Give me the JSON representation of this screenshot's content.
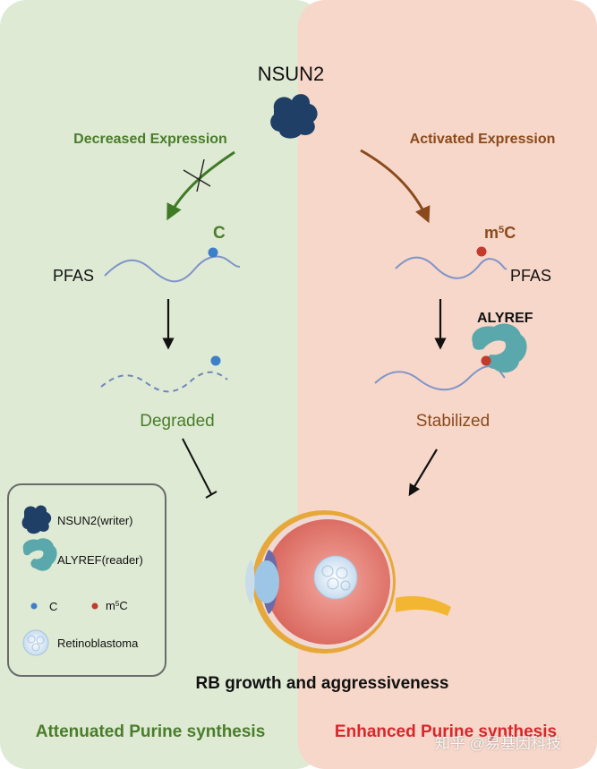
{
  "colors": {
    "left_panel": "#deead4",
    "right_panel": "#f7d7c9",
    "green_text": "#4a7d2b",
    "brown_text": "#8a4a1d",
    "enhanced_red": "#d9262b",
    "c_blue": "#3b80c9",
    "m5c_red": "#c23b2d",
    "nsun2_navy": "#1f3f66",
    "alyref_teal": "#5aa8ab"
  },
  "center": {
    "enzyme": "NSUN2"
  },
  "left": {
    "arrow_label": "Decreased Expression",
    "modification": "C",
    "transcript": "PFAS",
    "state": "Degraded",
    "footer": "Attenuated Purine synthesis"
  },
  "right": {
    "arrow_label": "Activated Expression",
    "modification_prefix": "m",
    "modification_sup": "5",
    "modification_suffix": "C",
    "transcript": "PFAS",
    "reader": "ALYREF",
    "state": "Stabilized",
    "footer": "Enhanced Purine synthesis"
  },
  "outcome": "RB growth and aggressiveness",
  "legend": {
    "nsun2": "NSUN2(writer)",
    "alyref": "ALYREF(reader)",
    "c": "C",
    "m5c_prefix": "m",
    "m5c_sup": "5",
    "m5c_suffix": "C",
    "retinoblastoma": "Retinoblastoma"
  },
  "watermark": "知乎 @易基因科技",
  "icons": {
    "nsun2": "nsun2-protein-icon",
    "alyref": "alyref-protein-icon",
    "c_dot": "c-dot-icon",
    "m5c_dot": "m5c-dot-icon",
    "tumor": "retinoblastoma-icon",
    "eye": "eye-cross-section"
  }
}
